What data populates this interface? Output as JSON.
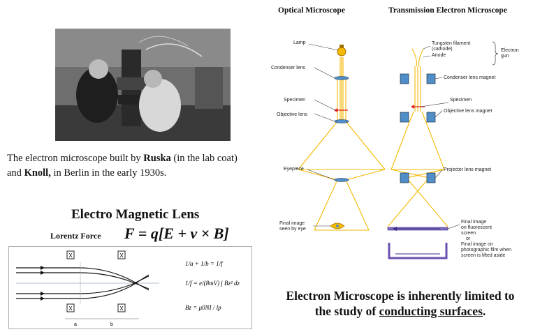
{
  "caption": {
    "prefix": "The electron microscope built  by ",
    "name1": "Ruska",
    "middle": " (in the lab coat) and ",
    "name2": "Knoll,",
    "suffix": " in Berlin in the early 1930s."
  },
  "emlens": {
    "title": "Electro Magnetic Lens",
    "lorentz_label": "Lorentz  Force",
    "lorentz_equation": "F = q[E + v × B]",
    "box_marker": "X",
    "dim_a": "a",
    "dim_b": "b",
    "eq1": "1/a + 1/b = 1/f",
    "eq2": "1/f = e/(8mV) ∫ Bz² dz",
    "eq3": "Bz = μ0NI / lp"
  },
  "optical": {
    "title": "Optical  Microscope",
    "labels": {
      "lamp": "Lamp",
      "condenser": "Condenser lens",
      "specimen": "Specimen",
      "objective": "Objective lens",
      "eyepiece": "Eyepiece",
      "final1": "Final image",
      "final2": "seen by eye"
    }
  },
  "tem": {
    "title": "Transmission  Electron  Microscope",
    "labels": {
      "filament1": "Tungsten filament",
      "filament2": "(cathode)",
      "anode": "Anode",
      "gun1": "Electron",
      "gun2": "gun",
      "condenser": "Condenser lens magnet",
      "specimen": "Specimen",
      "objective": "Objective lens magnet",
      "projector": "Projector lens magnet",
      "screen1": "Final image",
      "screen2": "on fluorescent",
      "screen3": "screen",
      "or": "or",
      "film1": "Final image on",
      "film2": "photographic film when",
      "film3": "screen is lifted aside"
    }
  },
  "statement": {
    "line1": "Electron Microscope is inherently limited to",
    "line2_prefix": "the study of ",
    "line2_underlined": "conducting surfaces",
    "line2_suffix": "."
  },
  "colors": {
    "beam": "#f5b800",
    "magnet": "#4f8ec9",
    "screen": "#5b3aa0",
    "arrow_red": "#e02020"
  }
}
